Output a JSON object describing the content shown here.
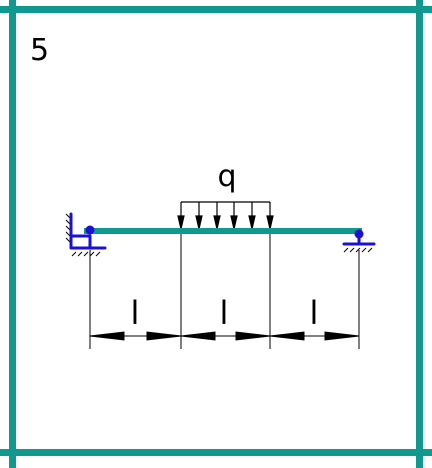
{
  "problem": {
    "number": "5"
  },
  "load": {
    "label": "q"
  },
  "spans": [
    {
      "label": "l"
    },
    {
      "label": "l"
    },
    {
      "label": "l"
    }
  ],
  "colors": {
    "frame": "#11988f",
    "beam": "#11988f",
    "support": "#1a10d6",
    "ink": "#000000"
  }
}
